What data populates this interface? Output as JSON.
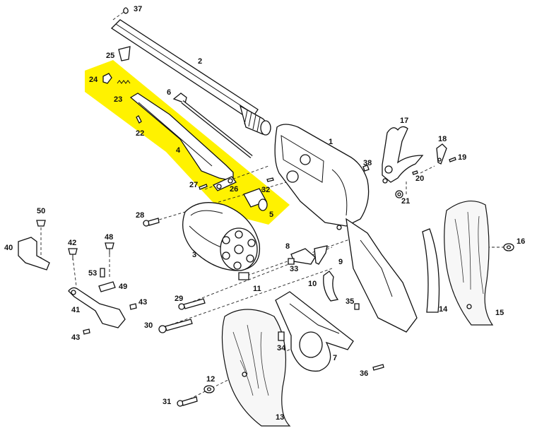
{
  "diagram": {
    "highlight_color": "#fff200",
    "line_color": "#111111",
    "background": "#ffffff",
    "parts": [
      {
        "id": "p37",
        "label": "37"
      },
      {
        "id": "p25",
        "label": "25"
      },
      {
        "id": "p2",
        "label": "2"
      },
      {
        "id": "p24",
        "label": "24"
      },
      {
        "id": "p23",
        "label": "23"
      },
      {
        "id": "p6",
        "label": "6"
      },
      {
        "id": "p22",
        "label": "22"
      },
      {
        "id": "p4",
        "label": "4"
      },
      {
        "id": "p1",
        "label": "1"
      },
      {
        "id": "p17",
        "label": "17"
      },
      {
        "id": "p18",
        "label": "18"
      },
      {
        "id": "p19",
        "label": "19"
      },
      {
        "id": "p38",
        "label": "38"
      },
      {
        "id": "p20",
        "label": "20"
      },
      {
        "id": "p21",
        "label": "21"
      },
      {
        "id": "p27",
        "label": "27"
      },
      {
        "id": "p26",
        "label": "26"
      },
      {
        "id": "p32",
        "label": "32"
      },
      {
        "id": "p5",
        "label": "5"
      },
      {
        "id": "p50",
        "label": "50"
      },
      {
        "id": "p28",
        "label": "28"
      },
      {
        "id": "p40",
        "label": "40"
      },
      {
        "id": "p48",
        "label": "48"
      },
      {
        "id": "p42",
        "label": "42"
      },
      {
        "id": "p3",
        "label": "3"
      },
      {
        "id": "p8",
        "label": "8"
      },
      {
        "id": "p9",
        "label": "9"
      },
      {
        "id": "p16",
        "label": "16"
      },
      {
        "id": "p53",
        "label": "53"
      },
      {
        "id": "p49",
        "label": "49"
      },
      {
        "id": "p33",
        "label": "33"
      },
      {
        "id": "p11",
        "label": "11"
      },
      {
        "id": "p10",
        "label": "10"
      },
      {
        "id": "p41",
        "label": "41"
      },
      {
        "id": "p43a",
        "label": "43"
      },
      {
        "id": "p29",
        "label": "29"
      },
      {
        "id": "p35",
        "label": "35"
      },
      {
        "id": "p14",
        "label": "14"
      },
      {
        "id": "p15",
        "label": "15"
      },
      {
        "id": "p43b",
        "label": "43"
      },
      {
        "id": "p30",
        "label": "30"
      },
      {
        "id": "p34",
        "label": "34"
      },
      {
        "id": "p7",
        "label": "7"
      },
      {
        "id": "p36",
        "label": "36"
      },
      {
        "id": "p12",
        "label": "12"
      },
      {
        "id": "p31",
        "label": "31"
      },
      {
        "id": "p13",
        "label": "13"
      }
    ]
  }
}
